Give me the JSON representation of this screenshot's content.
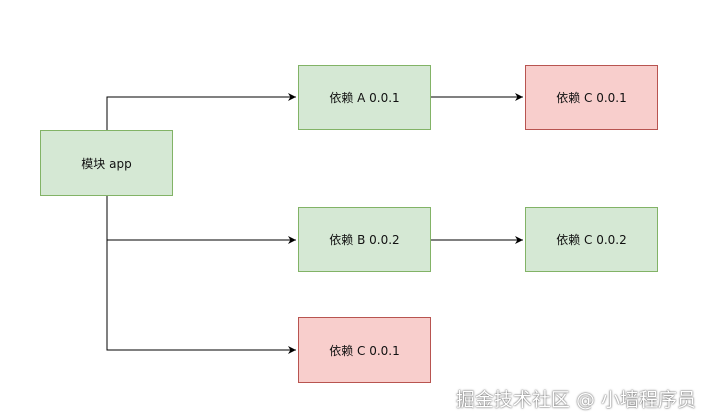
{
  "nodes": {
    "app": {
      "label": "模块 app",
      "fill": "#d5e8d4",
      "stroke": "#82b366"
    },
    "dep_a": {
      "label": "依赖 A 0.0.1",
      "fill": "#d5e8d4",
      "stroke": "#82b366"
    },
    "dep_c_top": {
      "label": "依赖 C 0.0.1",
      "fill": "#f8cecc",
      "stroke": "#b85450"
    },
    "dep_b": {
      "label": "依赖 B 0.0.2",
      "fill": "#d5e8d4",
      "stroke": "#82b366"
    },
    "dep_c_mid": {
      "label": "依赖 C 0.0.2",
      "fill": "#d5e8d4",
      "stroke": "#82b366"
    },
    "dep_c_bottom": {
      "label": "依赖 C 0.0.1",
      "fill": "#f8cecc",
      "stroke": "#b85450"
    }
  },
  "edges": [
    {
      "from": "app",
      "to": "dep_a"
    },
    {
      "from": "app",
      "to": "dep_b"
    },
    {
      "from": "app",
      "to": "dep_c_bottom"
    },
    {
      "from": "dep_a",
      "to": "dep_c_top"
    },
    {
      "from": "dep_b",
      "to": "dep_c_mid"
    }
  ],
  "watermark": "掘金技术社区 @ 小墙程序员"
}
